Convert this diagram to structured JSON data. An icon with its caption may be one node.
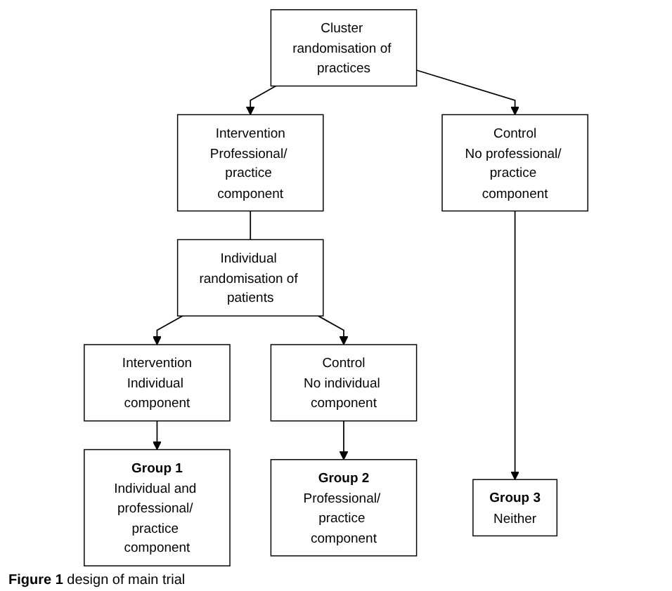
{
  "diagram": {
    "caption": "**Figure 1** design of main trial",
    "nodes": [
      {
        "text": [
          "Cluster randomisation of practices"
        ]
      },
      {
        "text": [
          "Intervention",
          "Professional/ practice component"
        ]
      },
      {
        "text": [
          "Control",
          "No professional/ practice component"
        ]
      },
      {
        "text": [
          "Individual randomisation of patients"
        ]
      },
      {
        "text": [
          "Intervention",
          "Individual component"
        ]
      },
      {
        "text": [
          "Control",
          "No individual component"
        ]
      },
      {
        "text": [
          "Group 1",
          "Individual and professional/ practice component"
        ]
      },
      {
        "text": [
          "Group 2",
          "Professional/ practice component"
        ]
      },
      {
        "text": [
          "Group 3",
          "Neither"
        ]
      }
    ],
    "edges": [
      {
        "from": 0,
        "to": 1,
        "arrow": "to"
      },
      {
        "from": 0,
        "to": 2,
        "arrow": "to"
      },
      {
        "from": 1,
        "to": 3,
        "arrow": "none"
      },
      {
        "from": 2,
        "to": 8,
        "arrow": "to"
      },
      {
        "from": 3,
        "to": 4,
        "arrow": "to"
      },
      {
        "from": 3,
        "to": 5,
        "arrow": "to"
      },
      {
        "from": 4,
        "to": 6,
        "arrow": "to"
      },
      {
        "from": 5,
        "to": 7,
        "arrow": "to"
      }
    ]
  }
}
